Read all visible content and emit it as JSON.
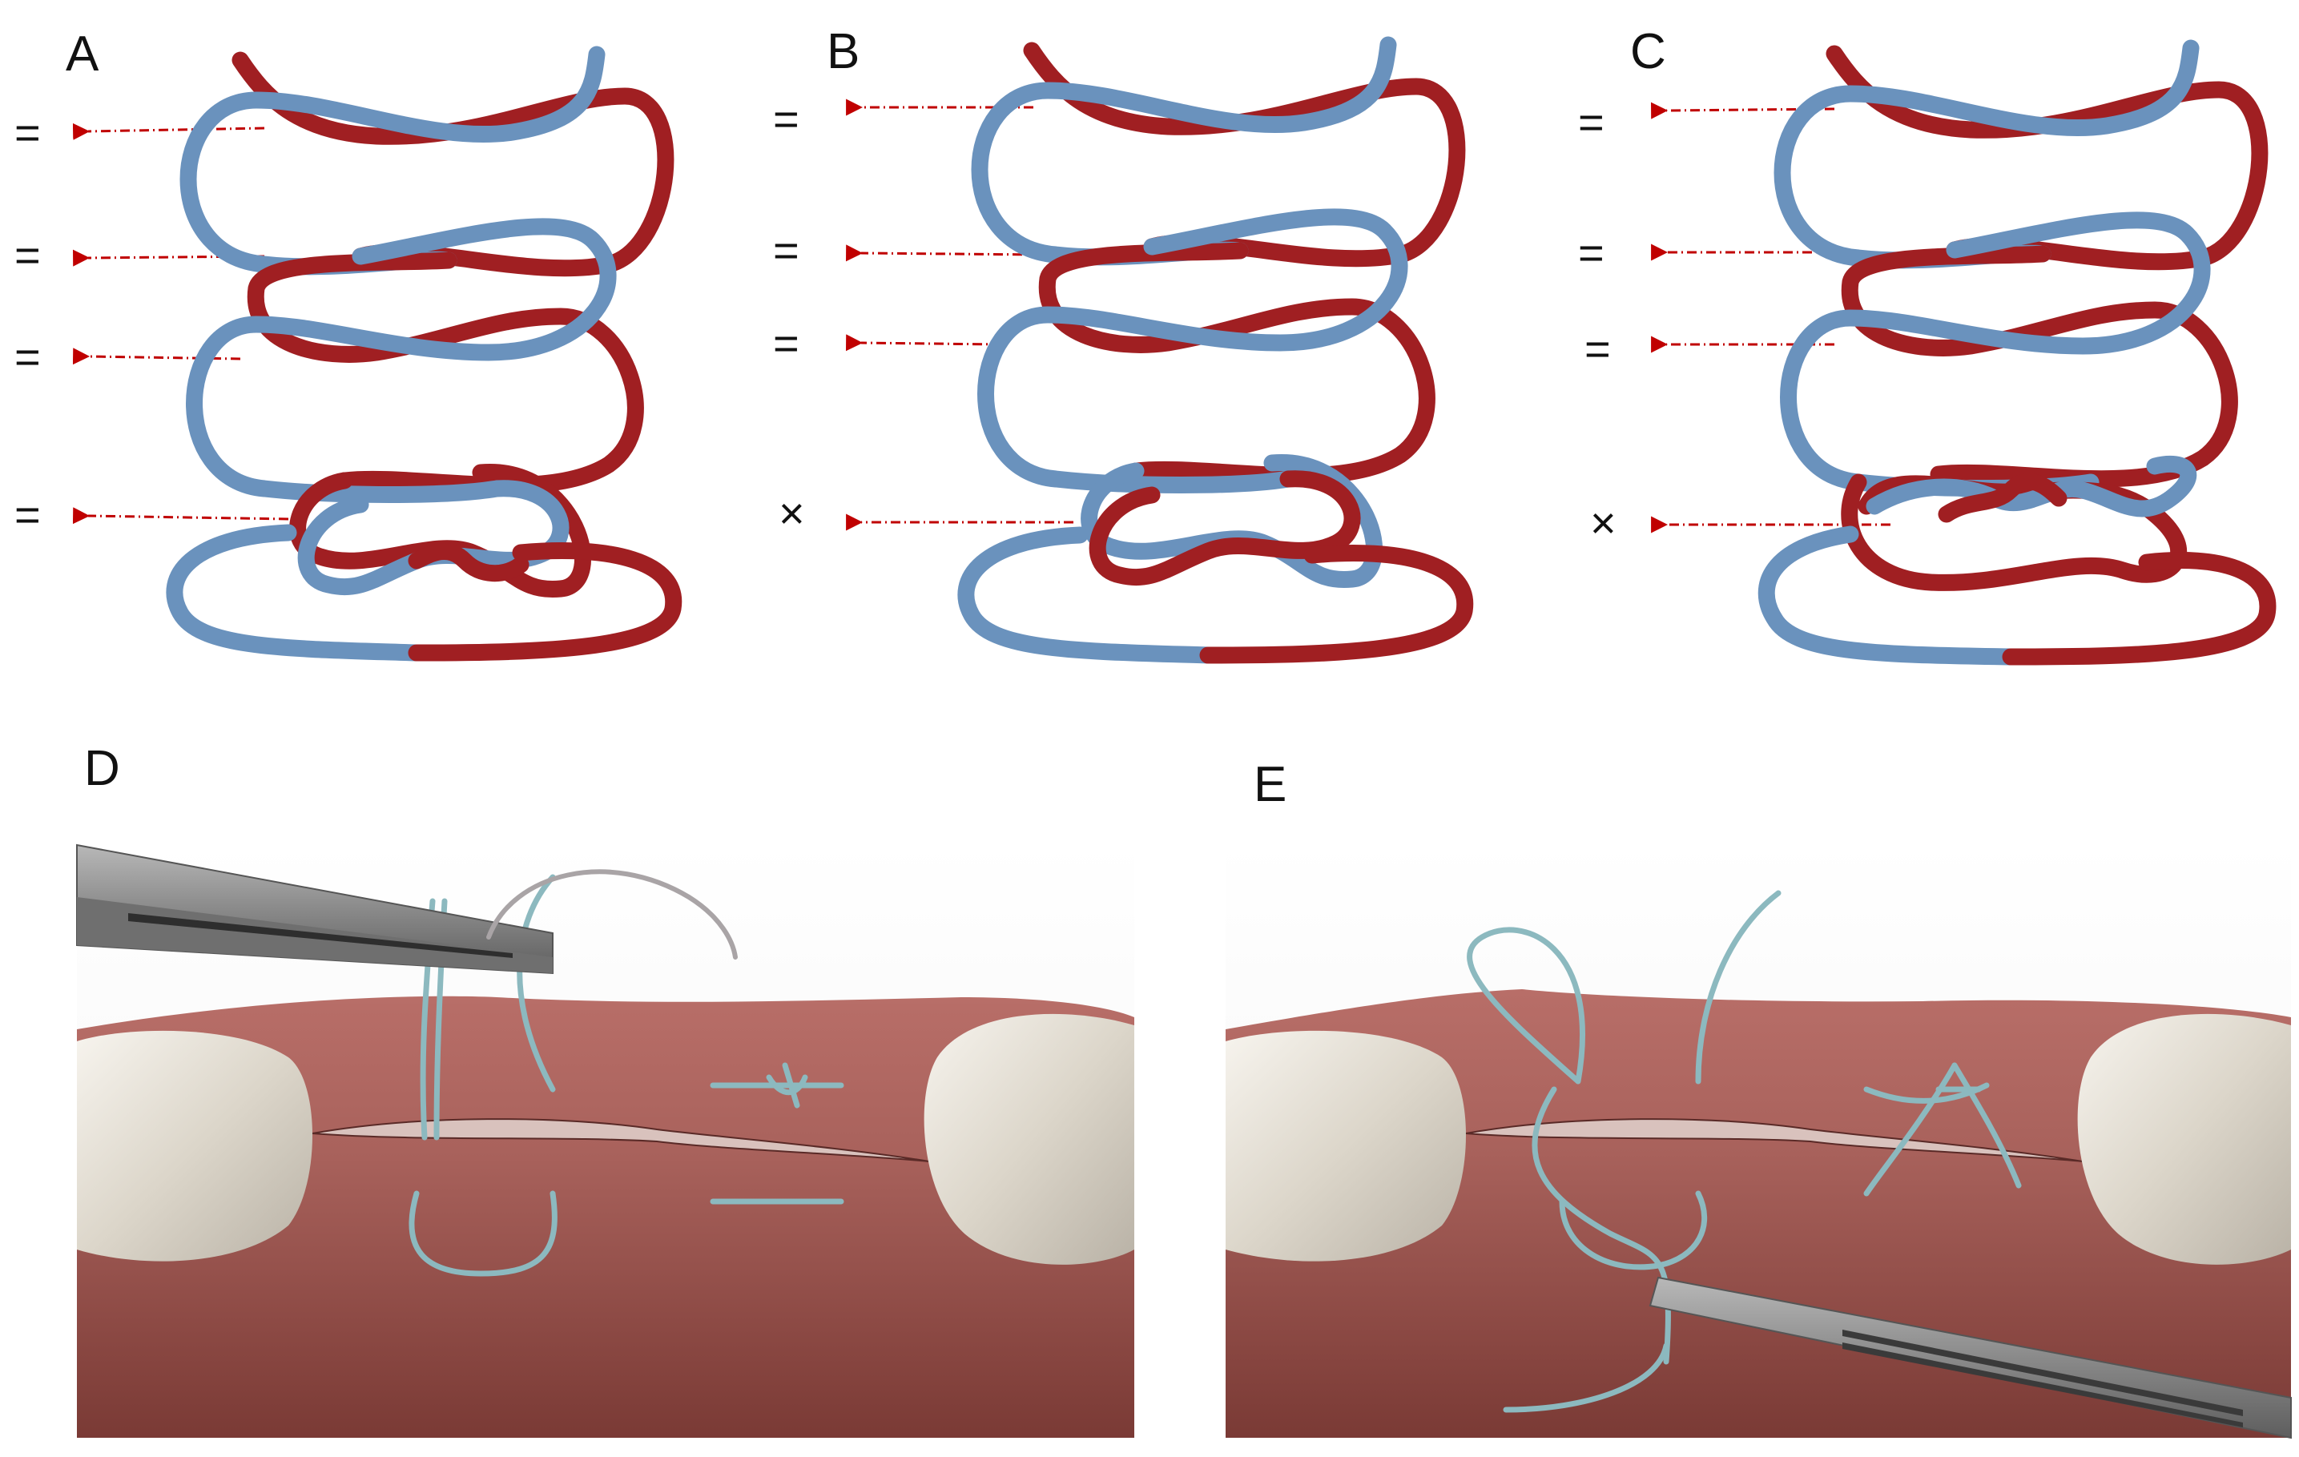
{
  "panels": [
    {
      "letter": "A",
      "symbols": [
        "=",
        "=",
        "=",
        "="
      ]
    },
    {
      "letter": "B",
      "symbols": [
        "=",
        "=",
        "=",
        "×"
      ]
    },
    {
      "letter": "C",
      "symbols": [
        "=",
        "=",
        "=",
        "×"
      ]
    },
    {
      "letter": "D"
    },
    {
      "letter": "E"
    }
  ],
  "colors": {
    "strand_red": "#a01f22",
    "strand_blue": "#6a92bd",
    "arrow_red": "#c00000",
    "suture": "#8cb9bf",
    "gum": "#a45a55",
    "tooth": "#e6e0d4",
    "instrument": "#8c8c8c"
  },
  "icons": [
    "knot-diagram",
    "dash-arrow-left-icon",
    "tweezers-icon",
    "needle-holder-icon",
    "suture-needle-icon"
  ]
}
